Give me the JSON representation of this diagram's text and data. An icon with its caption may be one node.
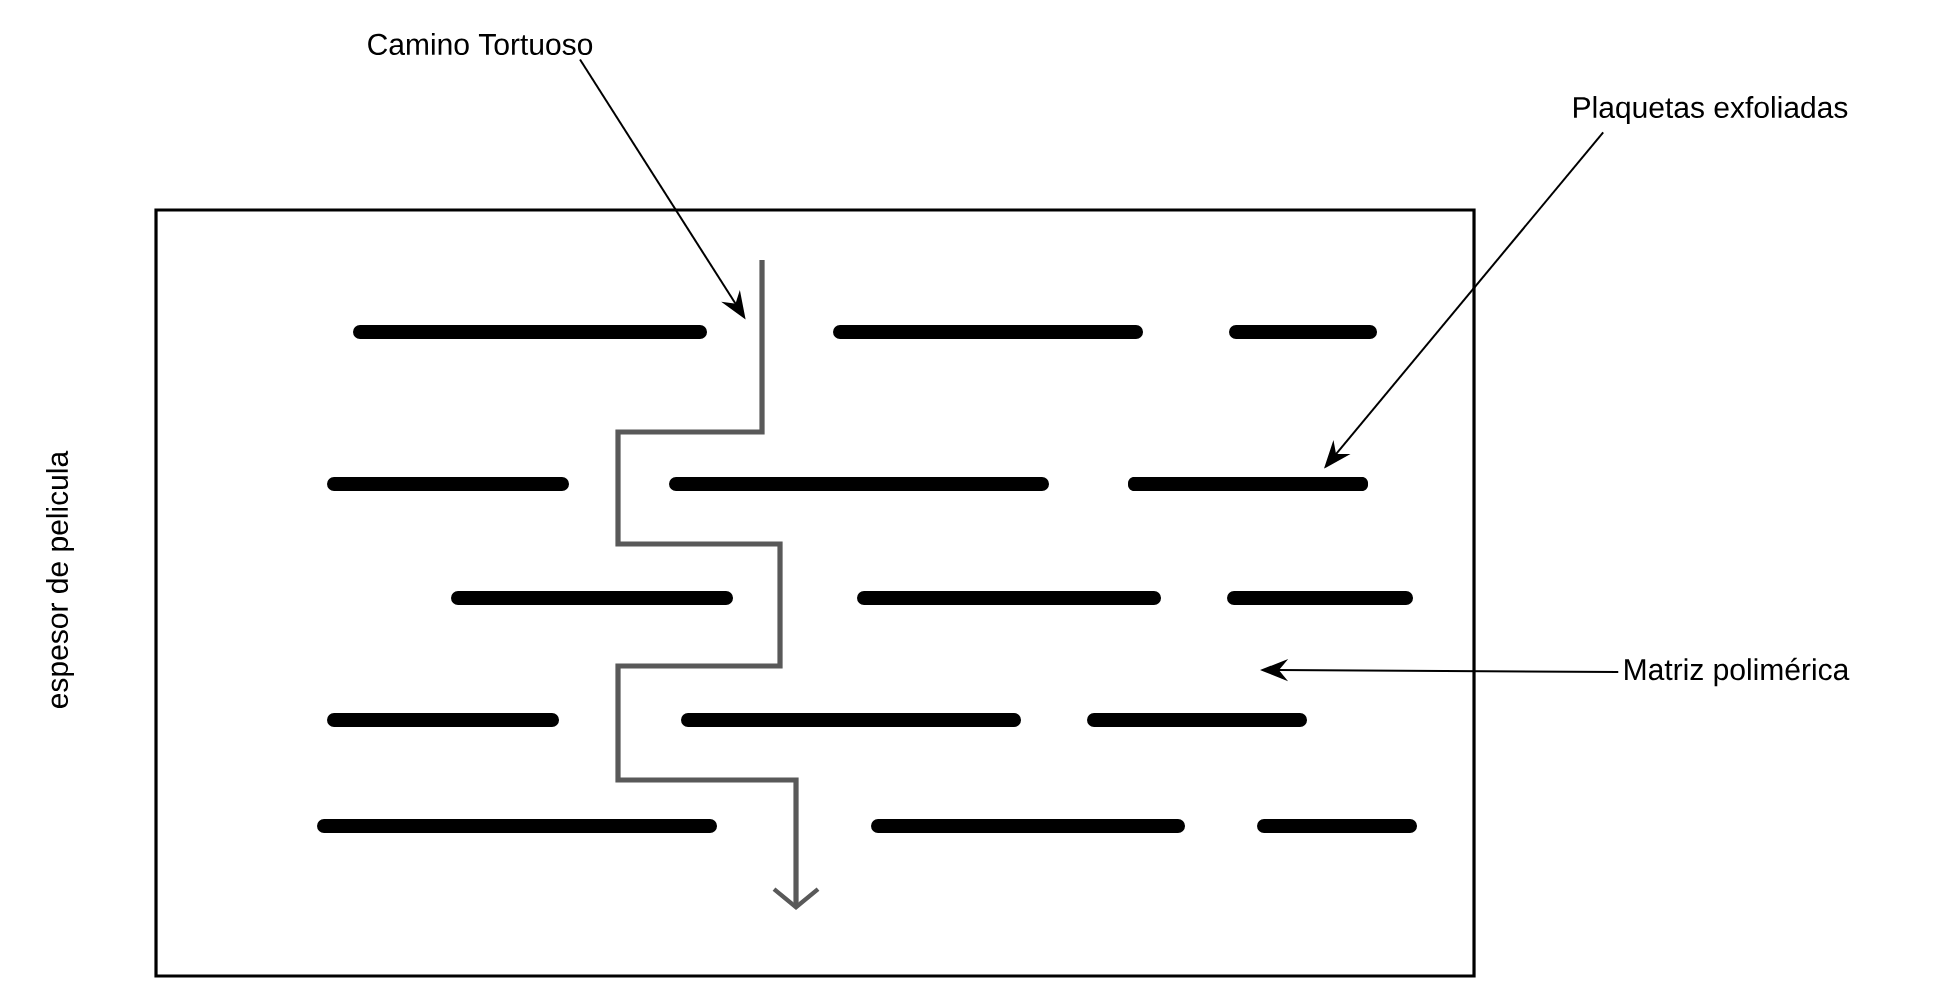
{
  "diagram": {
    "nodes": [
      {
        "text": [
          "Camino Tortuoso"
        ]
      },
      {
        "text": [
          "Plaquetas exfoliadas"
        ]
      },
      {
        "text": [
          "Matriz polimérica"
        ]
      },
      {
        "text": [],
        "shape": "box"
      },
      {
        "text": [],
        "shape": "arrow",
        "in": 3
      },
      {
        "text": [],
        "shape": "bar",
        "in": 3
      }
    ],
    "edges": [
      {
        "from": 0,
        "to": 4,
        "arrow": "to"
      },
      {
        "from": 1,
        "to": 5,
        "arrow": "to"
      },
      {
        "from": 2,
        "to": null,
        "arrow": "to"
      }
    ],
    "labels": [
      "espesor de pelicula"
    ]
  }
}
